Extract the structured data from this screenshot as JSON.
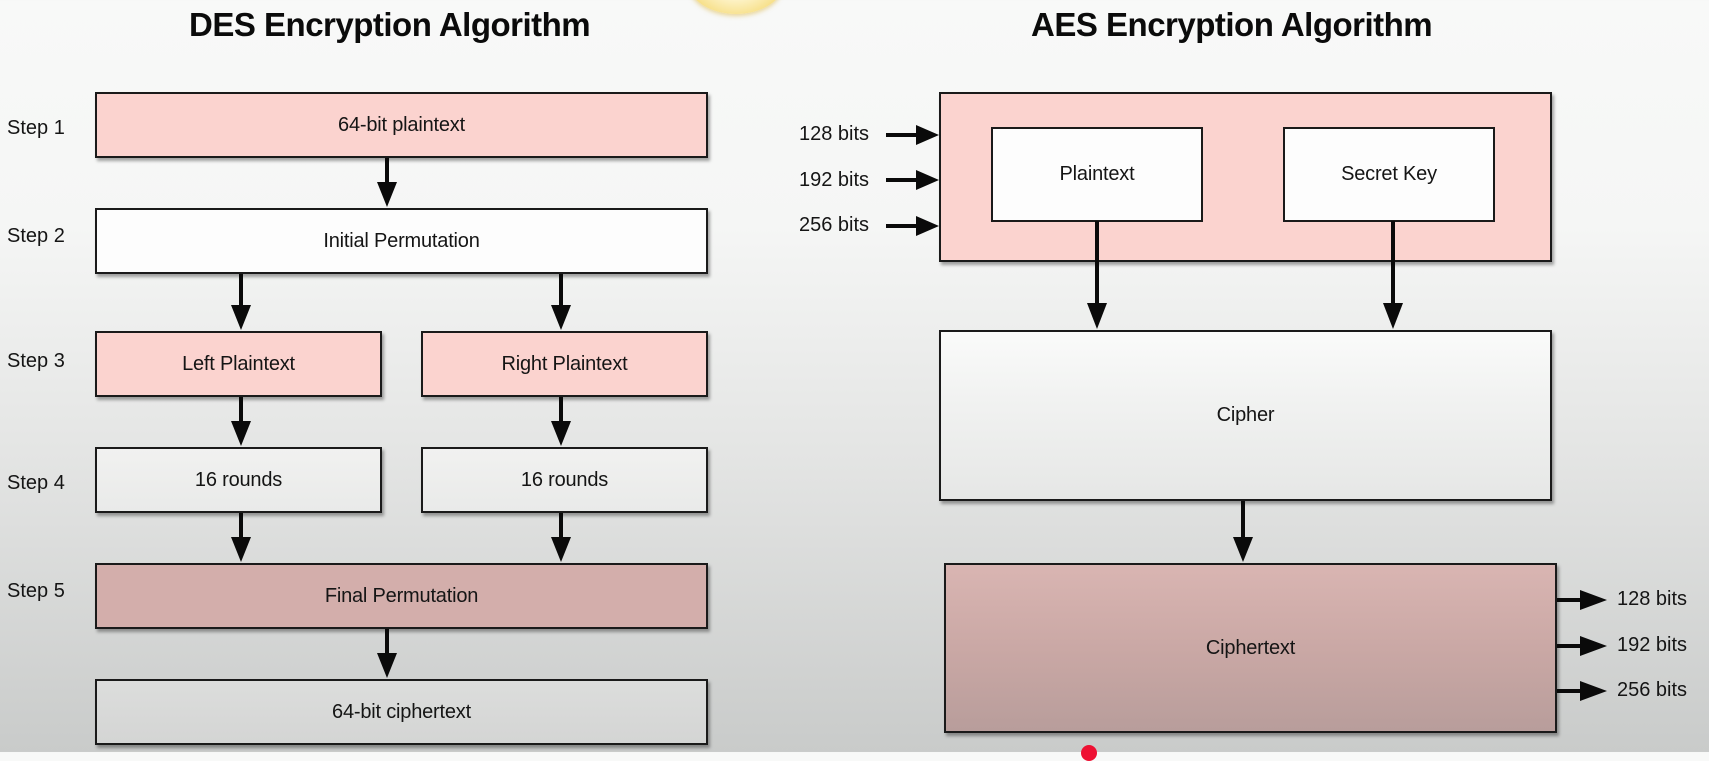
{
  "des": {
    "title": "DES Encryption Algorithm",
    "steps": [
      "Step 1",
      "Step 2",
      "Step 3",
      "Step 4",
      "Step 5"
    ],
    "boxes": {
      "plaintext": "64-bit plaintext",
      "initial_permutation": "Initial Permutation",
      "left_plaintext": "Left Plaintext",
      "right_plaintext": "Right Plaintext",
      "left_rounds": "16 rounds",
      "right_rounds": "16 rounds",
      "final_permutation": "Final Permutation",
      "ciphertext": "64-bit ciphertext"
    }
  },
  "aes": {
    "title": "AES Encryption Algorithm",
    "input_bits": [
      "128 bits",
      "192 bits",
      "256 bits"
    ],
    "output_bits": [
      "128 bits",
      "192 bits",
      "256 bits"
    ],
    "boxes": {
      "plaintext": "Plaintext",
      "secret_key": "Secret Key",
      "cipher": "Cipher",
      "ciphertext": "Ciphertext"
    }
  },
  "colors": {
    "input_pink": "#fbd3cf",
    "final_pink": "#d3aeab",
    "border": "#1a1a1a"
  }
}
